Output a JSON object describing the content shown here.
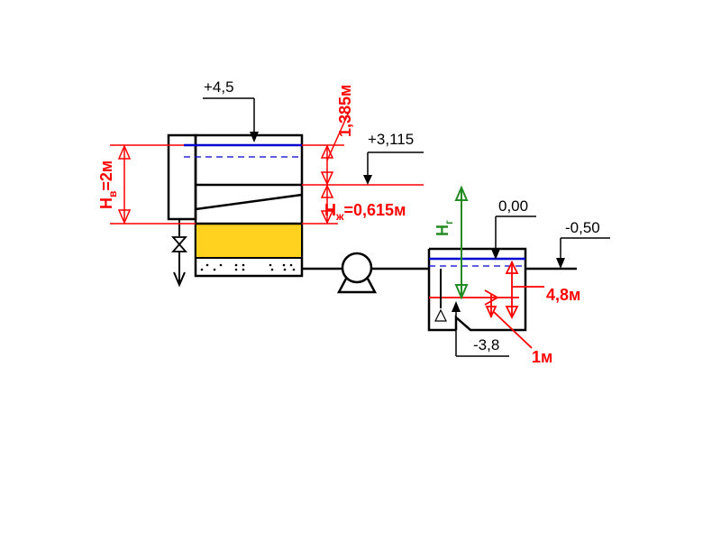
{
  "colors": {
    "structure": "#000000",
    "dimension": "#ff0000",
    "water_level": "#0000cc",
    "head": "#228B22",
    "filter_media": "#ffd21f"
  },
  "elevations": {
    "top_inlet": "+4,5",
    "filter_outlet": "+3,115",
    "ground": "0,00",
    "tank_water": "-0,50",
    "tank_bottom": "-3,8"
  },
  "dimensions": {
    "filter_level_gap": "1,385м",
    "filter_water_depth_main": "Н",
    "filter_water_depth_sub": "в",
    "filter_water_depth_value": "=2м",
    "liquid_depth_main": "Н",
    "liquid_depth_sub": "ж",
    "liquid_depth_value": "=0,615м",
    "tank_depth": "4,8м",
    "tank_sump": "1м"
  },
  "head": {
    "main": "Н",
    "sub": "г"
  },
  "icons": {
    "pump": "pump-icon",
    "valve": "valve-icon",
    "drain": "drain-arrow-icon"
  }
}
